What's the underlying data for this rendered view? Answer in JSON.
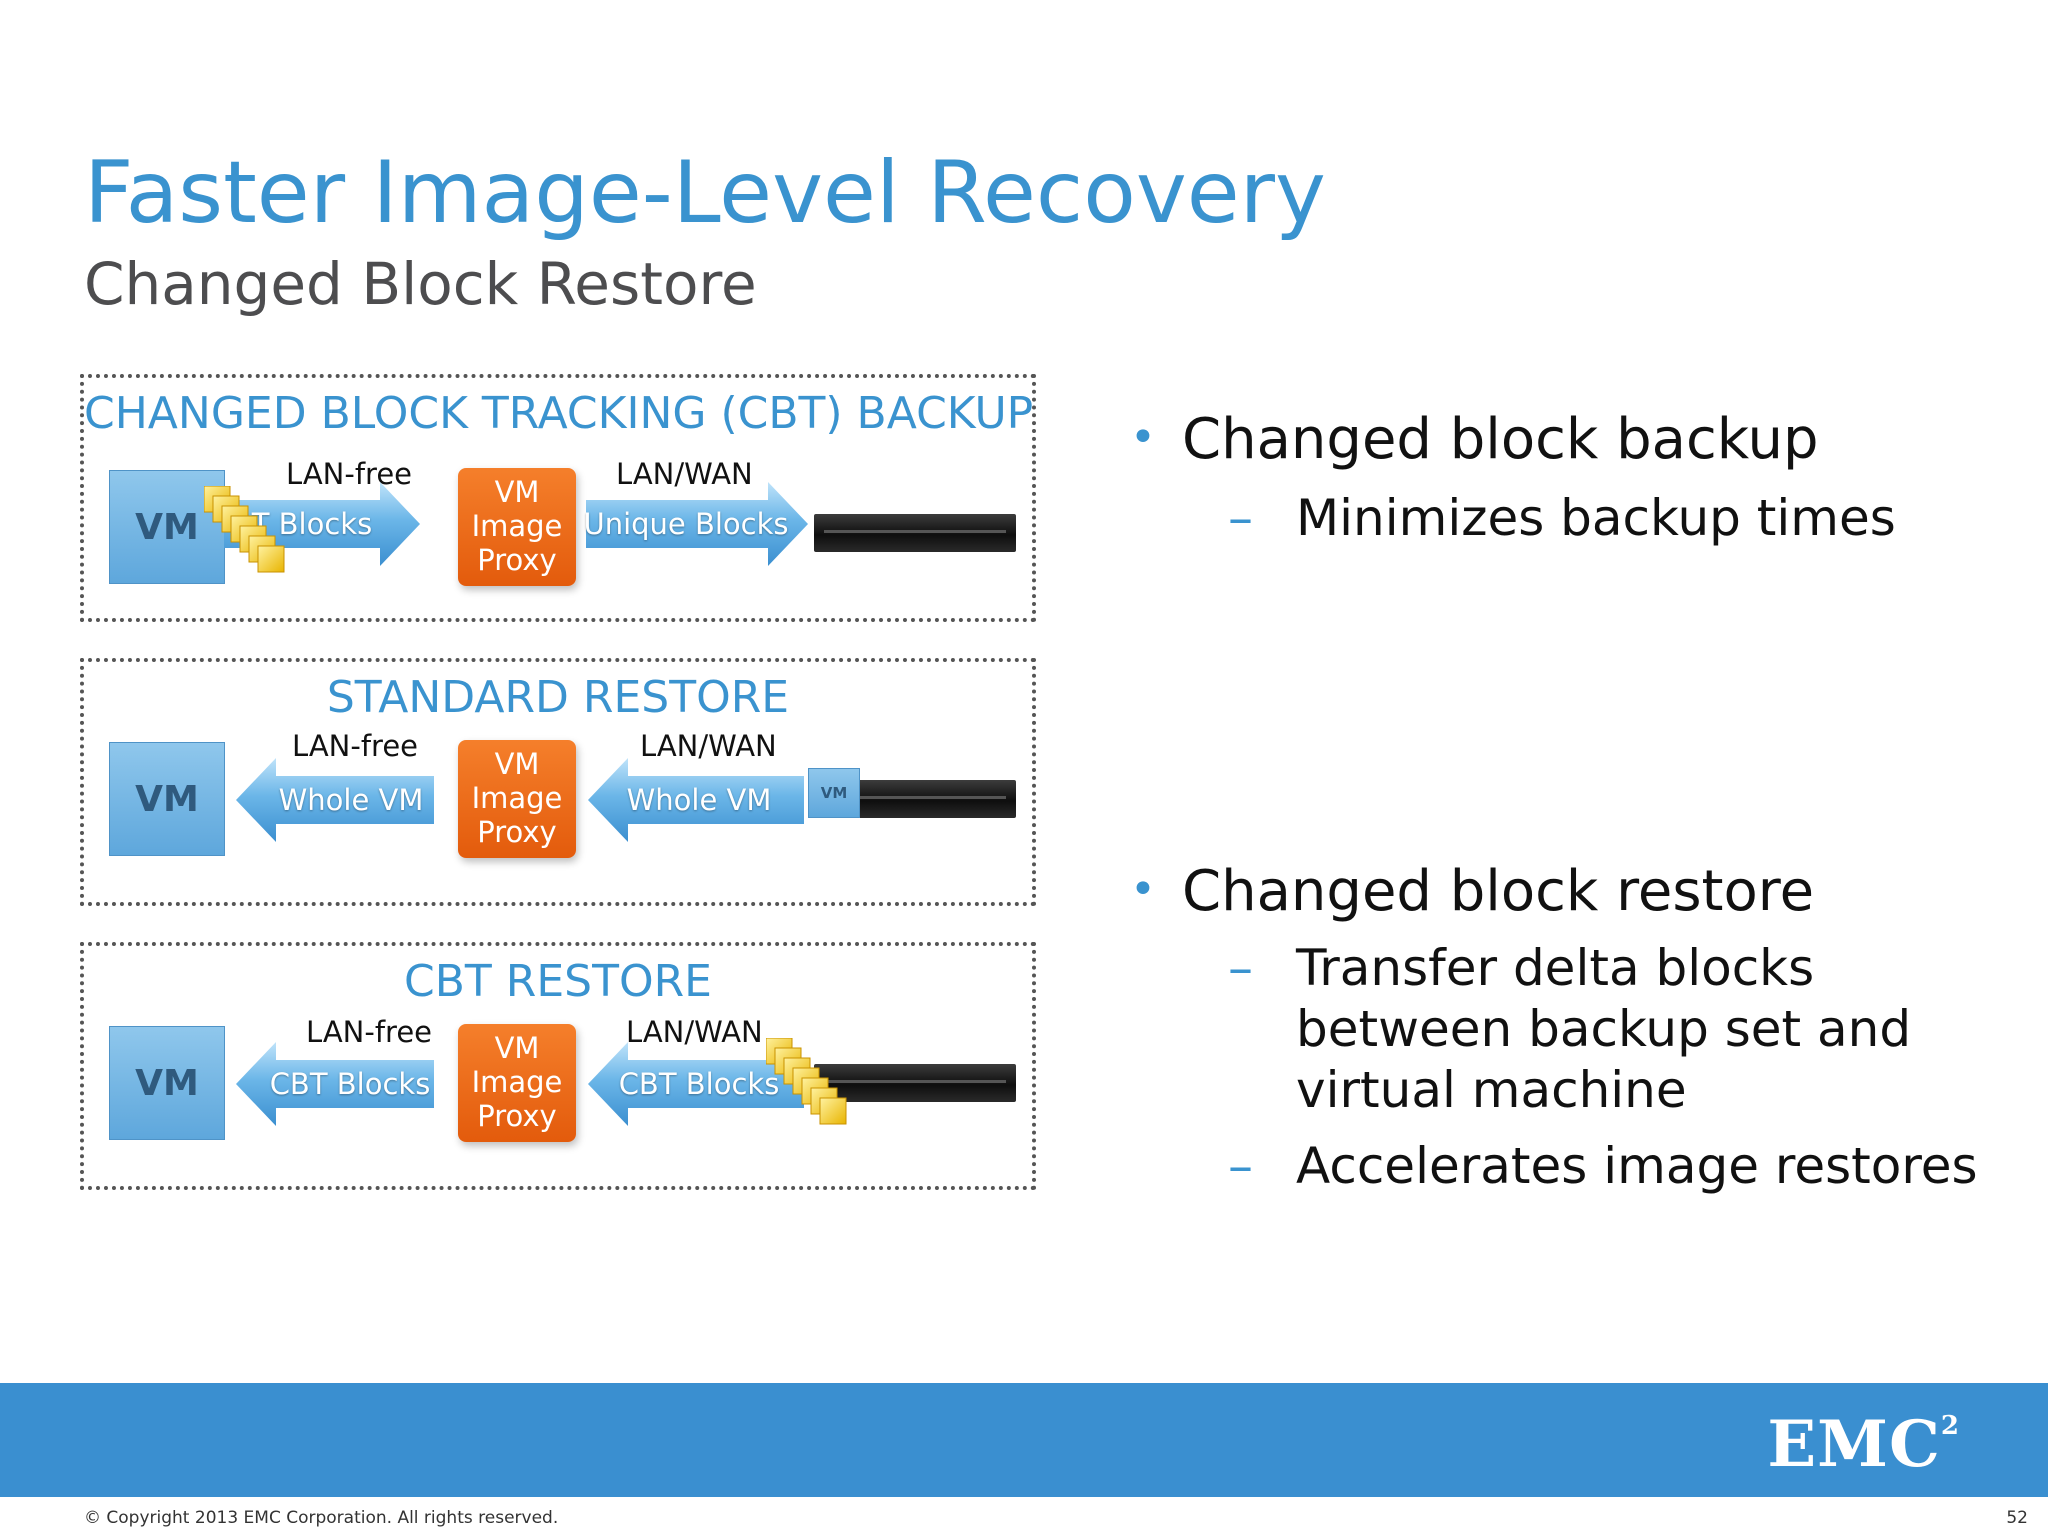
{
  "title": "Faster Image-Level Recovery",
  "subtitle": "Changed Block Restore",
  "panels": [
    {
      "title": "CHANGED BLOCK TRACKING (CBT) BACKUP",
      "vm_label": "VM",
      "left_net": "LAN-free",
      "right_net": "LAN/WAN",
      "left_arrow_text": "BT Blocks",
      "right_arrow_text": "Unique Blocks",
      "proxy": [
        "VM",
        "Image",
        "Proxy"
      ]
    },
    {
      "title": "STANDARD RESTORE",
      "vm_label": "VM",
      "left_net": "LAN-free",
      "right_net": "LAN/WAN",
      "left_arrow_text": "Whole VM",
      "right_arrow_text": "Whole VM",
      "proxy": [
        "VM",
        "Image",
        "Proxy"
      ],
      "mini_vm": "VM"
    },
    {
      "title": "CBT RESTORE",
      "vm_label": "VM",
      "left_net": "LAN-free",
      "right_net": "LAN/WAN",
      "left_arrow_text": "CBT Blocks",
      "right_arrow_text": "CBT Blocks",
      "proxy": [
        "VM",
        "Image",
        "Proxy"
      ]
    }
  ],
  "bullets": [
    {
      "text": "Changed block backup",
      "subs": [
        "Minimizes backup times"
      ]
    },
    {
      "text": "Changed block restore",
      "subs": [
        "Transfer delta blocks",
        "between backup set and",
        "virtual machine",
        "Accelerates image restores"
      ]
    }
  ],
  "footer": {
    "logo": "EMC",
    "logo_sup": "2",
    "copyright": "© Copyright 2013 EMC Corporation. All rights reserved.",
    "page_number": "52"
  },
  "colors": {
    "accent": "#3a93cf",
    "proxy": "#e8650f",
    "footer": "#3a8fd0"
  }
}
